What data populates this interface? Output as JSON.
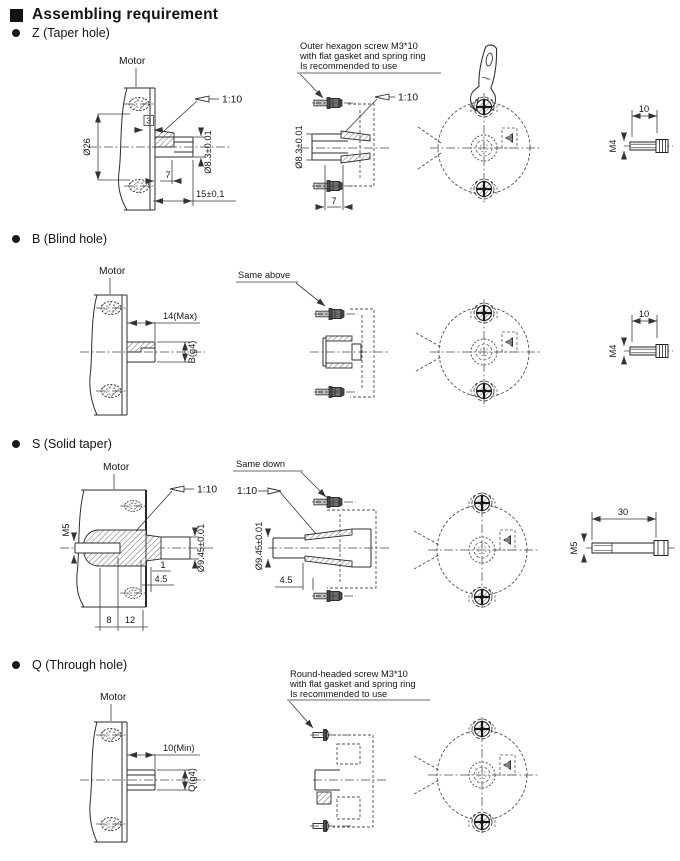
{
  "title": "Assembling requirement",
  "sections": {
    "z": {
      "label": "Z (Taper hole)",
      "motor": "Motor",
      "note1": "Outer hexagon screw M3*10",
      "note2": "with flat gasket and spring ring",
      "note3": "Is recommended to use",
      "taper": "1:10",
      "taper_mid": "1:10",
      "dim_od": "Ø26",
      "dim_step": "3",
      "dim_len": "7",
      "dim_len_mid": "7",
      "dim_total": "15±0,1",
      "dim_bore": "Ø8.3±0.01",
      "dim_bore_mid": "Ø8.3±0.01",
      "screw_len": "10",
      "screw_size": "M4"
    },
    "b": {
      "label": "B (Blind hole)",
      "motor": "Motor",
      "note": "Same above",
      "dim_len": "14(Max)",
      "dim_bore": "B(g4)",
      "screw_len": "10",
      "screw_size": "M4"
    },
    "s": {
      "label": "S (Solid taper)",
      "motor": "Motor",
      "note": "Same down",
      "taper": "1:10",
      "taper_mid": "1:10",
      "dim_thread": "M5",
      "dim_shaft": "Ø9.45±0.01",
      "dim_shaft_mid": "Ø9.45±0.01",
      "dim_1": "1",
      "dim_45": "4.5",
      "dim_45_mid": "4.5",
      "dim_8": "8",
      "dim_12": "12",
      "screw_len": "30",
      "screw_size": "M5"
    },
    "q": {
      "label": "Q (Through hole)",
      "motor": "Motor",
      "note1": "Round-headed screw M3*10",
      "note2": "with flat gasket and spring ring",
      "note3": "Is recommended to use",
      "dim_len": "10(Min)",
      "dim_bore": "Q(g4)"
    }
  }
}
